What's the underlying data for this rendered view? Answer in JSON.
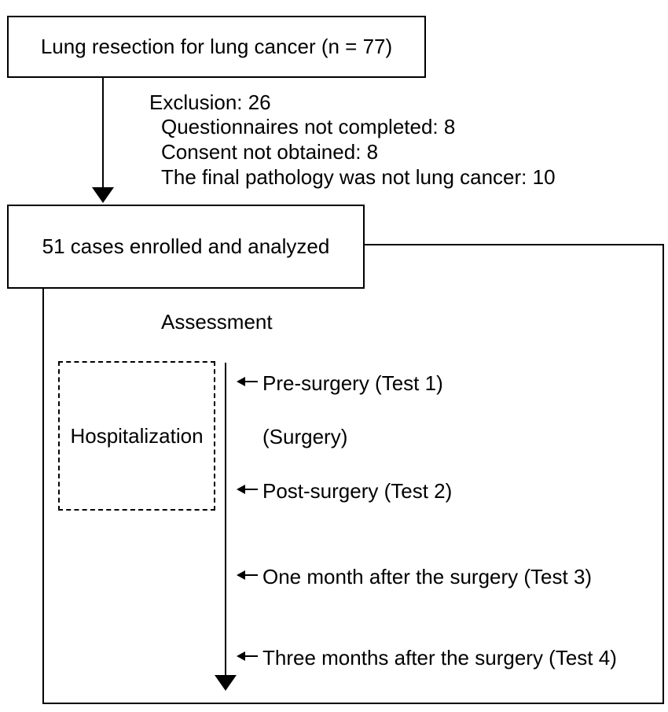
{
  "top_box": {
    "label": "Lung resection for lung cancer (n = 77)"
  },
  "exclusion": {
    "title": "Exclusion: 26",
    "items": [
      "Questionnaires not completed: 8",
      "Consent not obtained: 8",
      "The final pathology was not lung cancer: 10"
    ]
  },
  "enrolled_box": {
    "label": "51 cases enrolled and analyzed"
  },
  "assessment": {
    "title": "Assessment"
  },
  "hospitalization": {
    "label": "Hospitalization"
  },
  "timeline": {
    "events": [
      {
        "label": "Pre-surgery (Test 1)",
        "arrow": true
      },
      {
        "label": "(Surgery)",
        "arrow": false
      },
      {
        "label": "Post-surgery (Test 2)",
        "arrow": true
      },
      {
        "label": "One month after the surgery (Test 3)",
        "arrow": true
      },
      {
        "label": "Three months after the surgery (Test 4)",
        "arrow": true
      }
    ]
  }
}
